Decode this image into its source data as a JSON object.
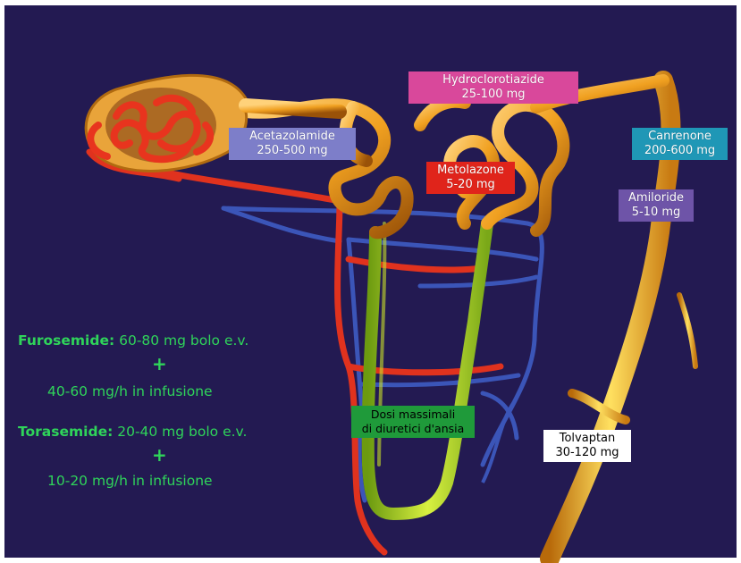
{
  "labels": {
    "hydro": {
      "line1": "Hydroclorotiazide",
      "line2": "25-100 mg",
      "color": "#d9489b"
    },
    "aceta": {
      "line1": "Acetazolamide",
      "line2": "250-500 mg",
      "color": "#7d7ec9"
    },
    "metola": {
      "line1": "Metolazone",
      "line2": "5-20 mg",
      "color": "#e0241b"
    },
    "canre": {
      "line1": "Canrenone",
      "line2": "200-600 mg",
      "color": "#1f97b6"
    },
    "amilo": {
      "line1": "Amiloride",
      "line2": "5-10 mg",
      "color": "#6e54a8"
    },
    "dosi": {
      "line1": "Dosi massimali",
      "line2": "di diuretici d'ansia",
      "color": "#1f9a3a"
    },
    "tolva": {
      "line1": "Tolvaptan",
      "line2": "30-120 mg",
      "color": "#ffffff"
    }
  },
  "loop_diuretics": {
    "furo_name": "Furosemide:",
    "furo_bolus": "60-80 mg bolo e.v.",
    "furo_plus": "+",
    "furo_infusion": "40-60 mg/h in infusione",
    "tora_name": "Torasemide:",
    "tora_bolus": "20-40 mg bolo e.v.",
    "tora_plus": "+",
    "tora_infusion": "10-20 mg/h in infusione"
  },
  "colors": {
    "background": "#231a52",
    "tubule_orange": "#f0a020",
    "vessel_red": "#e0321e",
    "vessel_blue": "#3b55b8",
    "limb_yellow_green": "#c8e02a",
    "text_green": "#2fd45a"
  }
}
